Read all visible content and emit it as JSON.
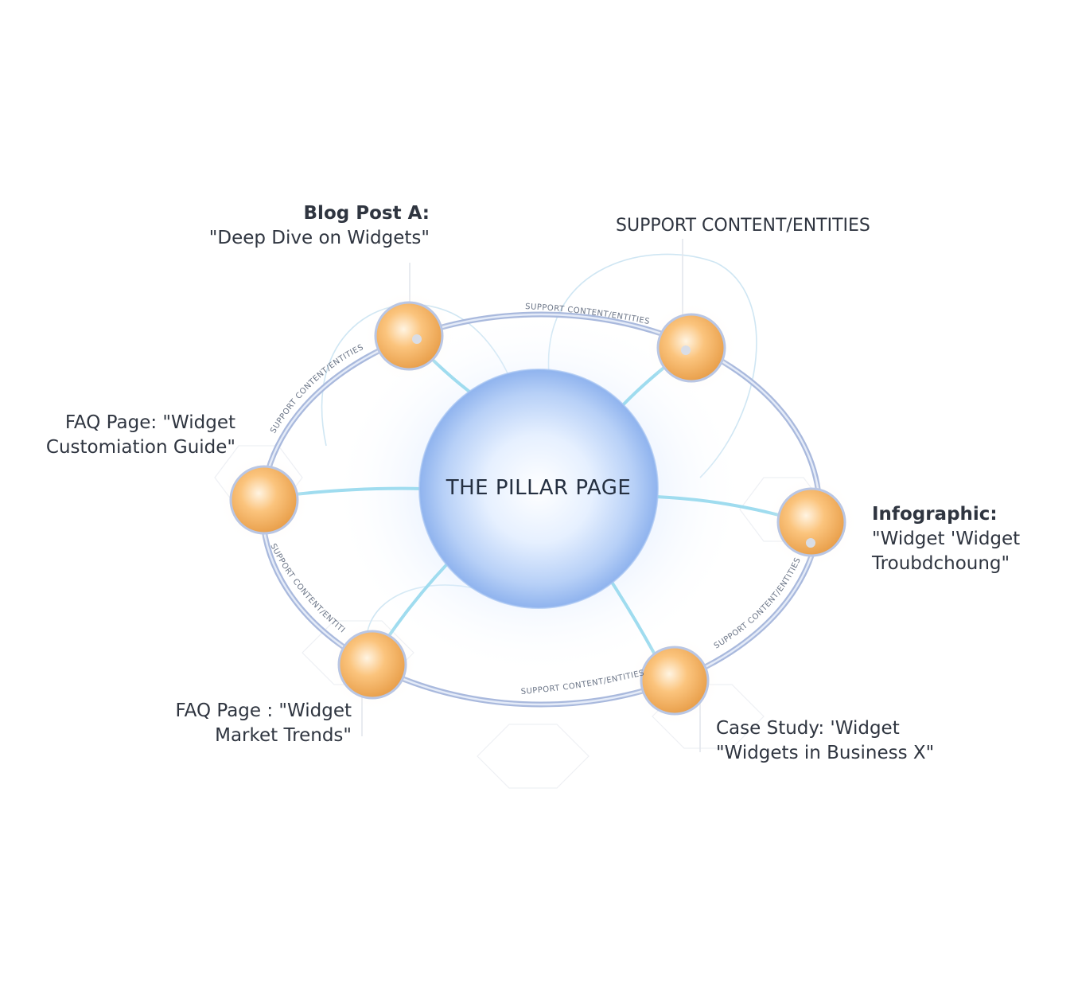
{
  "center": {
    "label": "THE PILLAR PAGE"
  },
  "top_label": "SUPPORT CONTENT/ENTITIES",
  "ring_label": "SUPPORT CONTENT/ENTITIES",
  "nodes": [
    {
      "id": "blog-post",
      "line1": "Blog Post A:",
      "line2": "\"Deep Dive on Widgets\""
    },
    {
      "id": "faq-customisation",
      "line1": "FAQ Page: \"Widget",
      "line2": "Customiation Guide\""
    },
    {
      "id": "infographic",
      "line1": "Infographic:",
      "line2": "\"Widget 'Widget",
      "line3": "Troubdchoung\""
    },
    {
      "id": "faq-market",
      "line1": "FAQ Page  : \"Widget",
      "line2": "Market Trends\""
    },
    {
      "id": "case-study",
      "line1": "Case Study: 'Widget",
      "line2": "\"Widgets in Business X\""
    }
  ],
  "colors": {
    "ring": "#a9b9dd",
    "spoke": "#9fdcef",
    "node": "#f7b96a",
    "hub": "#9cc0f5",
    "text": "#2f3540"
  }
}
